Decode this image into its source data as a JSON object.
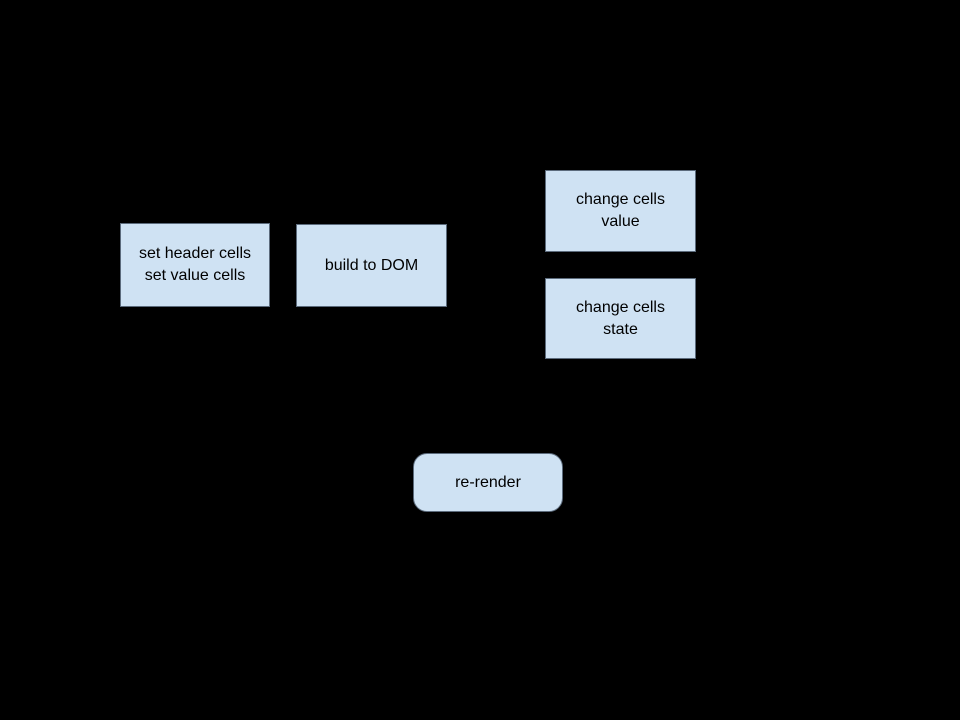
{
  "diagram": {
    "background_color": "#000000",
    "node_fill_color": "#cfe2f3",
    "node_border_color": "#5c6b7c",
    "text_color": "#000000",
    "nodes": [
      {
        "name": "set-cells",
        "shape": "rectangle",
        "lines": [
          "set header cells",
          "set value cells"
        ]
      },
      {
        "name": "build-to-dom",
        "shape": "rectangle",
        "lines": [
          "build to DOM"
        ]
      },
      {
        "name": "change-cells-value",
        "shape": "rectangle",
        "lines": [
          "change cells",
          "value"
        ]
      },
      {
        "name": "change-cells-state",
        "shape": "rectangle",
        "lines": [
          "change cells",
          "state"
        ]
      },
      {
        "name": "re-render",
        "shape": "rounded-rectangle",
        "lines": [
          "re-render"
        ]
      }
    ]
  }
}
